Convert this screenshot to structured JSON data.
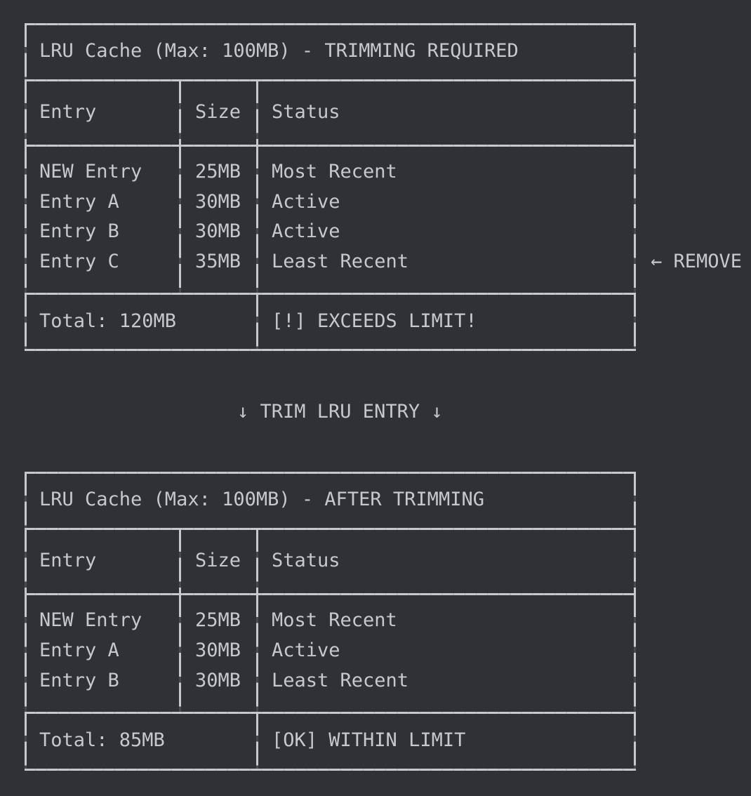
{
  "theme": {
    "background": "#2f3136",
    "foreground": "#c5c8ce",
    "border": "#c5c8ce"
  },
  "diagram": {
    "kind": "ascii-box-diagram",
    "subject": "LRU Cache trimming before/after comparison"
  },
  "before": {
    "title": "LRU Cache (Max: 100MB) - TRIMMING REQUIRED",
    "columns": [
      "Entry",
      "Size",
      "Status"
    ],
    "rows": [
      {
        "entry": "NEW Entry",
        "size": "25MB",
        "status": "Most Recent"
      },
      {
        "entry": "Entry A",
        "size": "30MB",
        "status": "Active"
      },
      {
        "entry": "Entry B",
        "size": "30MB",
        "status": "Active"
      },
      {
        "entry": "Entry C",
        "size": "35MB",
        "status": "Least Recent"
      }
    ],
    "footer_total": "Total: 120MB",
    "footer_status": "[!] EXCEEDS LIMIT!"
  },
  "annotation": {
    "remove_marker": "← REMOVE",
    "remove_target_row": "Entry C"
  },
  "transition": {
    "label": "↓ TRIM LRU ENTRY ↓"
  },
  "after": {
    "title": "LRU Cache (Max: 100MB) - AFTER TRIMMING",
    "columns": [
      "Entry",
      "Size",
      "Status"
    ],
    "rows": [
      {
        "entry": "NEW Entry",
        "size": "25MB",
        "status": "Most Recent"
      },
      {
        "entry": "Entry A",
        "size": "30MB",
        "status": "Active"
      },
      {
        "entry": "Entry B",
        "size": "30MB",
        "status": "Least Recent"
      }
    ],
    "footer_total": "Total: 85MB",
    "footer_status": "[OK] WITHIN LIMIT"
  }
}
